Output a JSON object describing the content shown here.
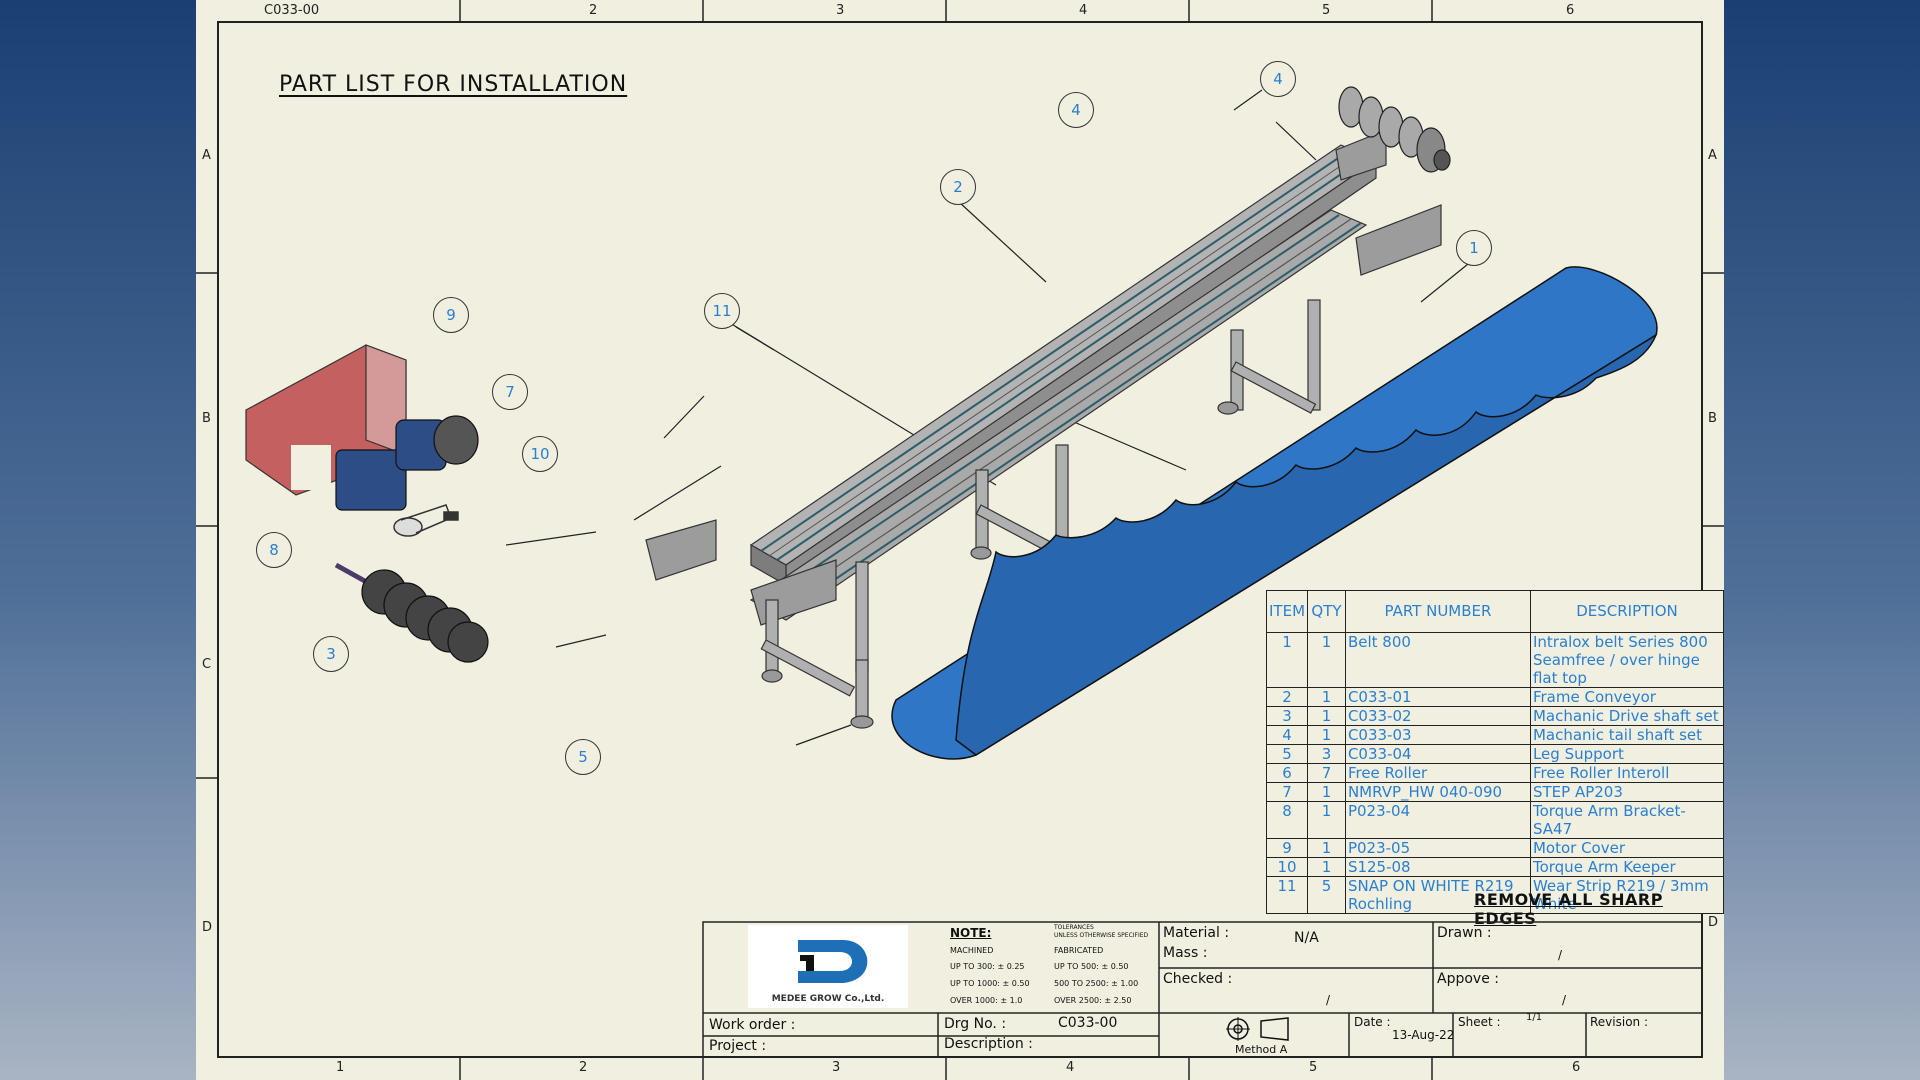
{
  "drawing": {
    "drawing_code": "C033-00",
    "title": "PART LIST FOR INSTALLATION",
    "zones": {
      "columns": [
        "2",
        "3",
        "4",
        "5",
        "6"
      ],
      "bottom_columns": [
        "1",
        "2",
        "3",
        "4",
        "5",
        "6"
      ],
      "rows": [
        "A",
        "B",
        "C",
        "D"
      ]
    }
  },
  "balloons": [
    "1",
    "2",
    "3",
    "4",
    "4",
    "5",
    "7",
    "8",
    "9",
    "10",
    "11"
  ],
  "parts_table": {
    "headers": [
      "ITEM",
      "QTY",
      "PART NUMBER",
      "DESCRIPTION"
    ],
    "rows": [
      {
        "item": "1",
        "qty": "1",
        "part": "Belt 800",
        "desc": "Intralox belt Series 800",
        "desc2": "Seamfree / over hinge flat top"
      },
      {
        "item": "2",
        "qty": "1",
        "part": "C033-01",
        "desc": "Frame Conveyor"
      },
      {
        "item": "3",
        "qty": "1",
        "part": "C033-02",
        "desc": "Machanic Drive shaft set"
      },
      {
        "item": "4",
        "qty": "1",
        "part": "C033-03",
        "desc": "Machanic tail shaft set"
      },
      {
        "item": "5",
        "qty": "3",
        "part": "C033-04",
        "desc": "Leg Support"
      },
      {
        "item": "6",
        "qty": "7",
        "part": "Free Roller",
        "desc": "Free Roller Interoll"
      },
      {
        "item": "7",
        "qty": "1",
        "part": "NMRVP_HW 040-090",
        "desc": "STEP AP203"
      },
      {
        "item": "8",
        "qty": "1",
        "part": "P023-04",
        "desc": "Torque Arm Bracket- SA47"
      },
      {
        "item": "9",
        "qty": "1",
        "part": "P023-05",
        "desc": "Motor Cover"
      },
      {
        "item": "10",
        "qty": "1",
        "part": "S125-08",
        "desc": "Torque Arm Keeper"
      },
      {
        "item": "11",
        "qty": "5",
        "part": "SNAP ON WHITE R219 Rochling",
        "desc": "Wear Strip R219 / 3mm White"
      }
    ]
  },
  "note_remove": "REMOVE ALL SHARP EDGES",
  "title_block": {
    "company": "MEDEE GROW Co.,Ltd.",
    "note_label": "NOTE:",
    "machined_label": "MACHINED",
    "machined": [
      "UP TO 300: ± 0.25",
      "UP TO 1000: ± 0.50",
      "OVER 1000: ± 1.0"
    ],
    "tolerances_label": "TOLERANCES",
    "tolerances_sub": "UNLESS OTHERWISE SPECIFIED",
    "fabricated_label": "FABRICATED",
    "fabricated": [
      "UP TO 500: ± 0.50",
      "500 TO 2500: ± 1.00",
      "OVER 2500: ± 2.50"
    ],
    "material_label": "Material :",
    "material_value": "N/A",
    "mass_label": "Mass :",
    "checked_label": "Checked :",
    "drawn_label": "Drawn :",
    "appove_label": "Appove :",
    "slash": "/",
    "work_order_label": "Work order :",
    "project_label": "Project :",
    "drg_label": "Drg No. :",
    "drg_value": "C033-00",
    "description_label": "Description :",
    "method_label": "Method A",
    "date_label": "Date :",
    "date_value": "13-Aug-22",
    "sheet_label": "Sheet :",
    "sheet_value": "1/1",
    "revision_label": "Revision :"
  },
  "colors": {
    "sheet": "#f1f0e0",
    "balloon_text": "#2a7fd0",
    "belt": "#2f77c6",
    "motor_cover": "#c56060",
    "frame": "#a7a7a7"
  }
}
